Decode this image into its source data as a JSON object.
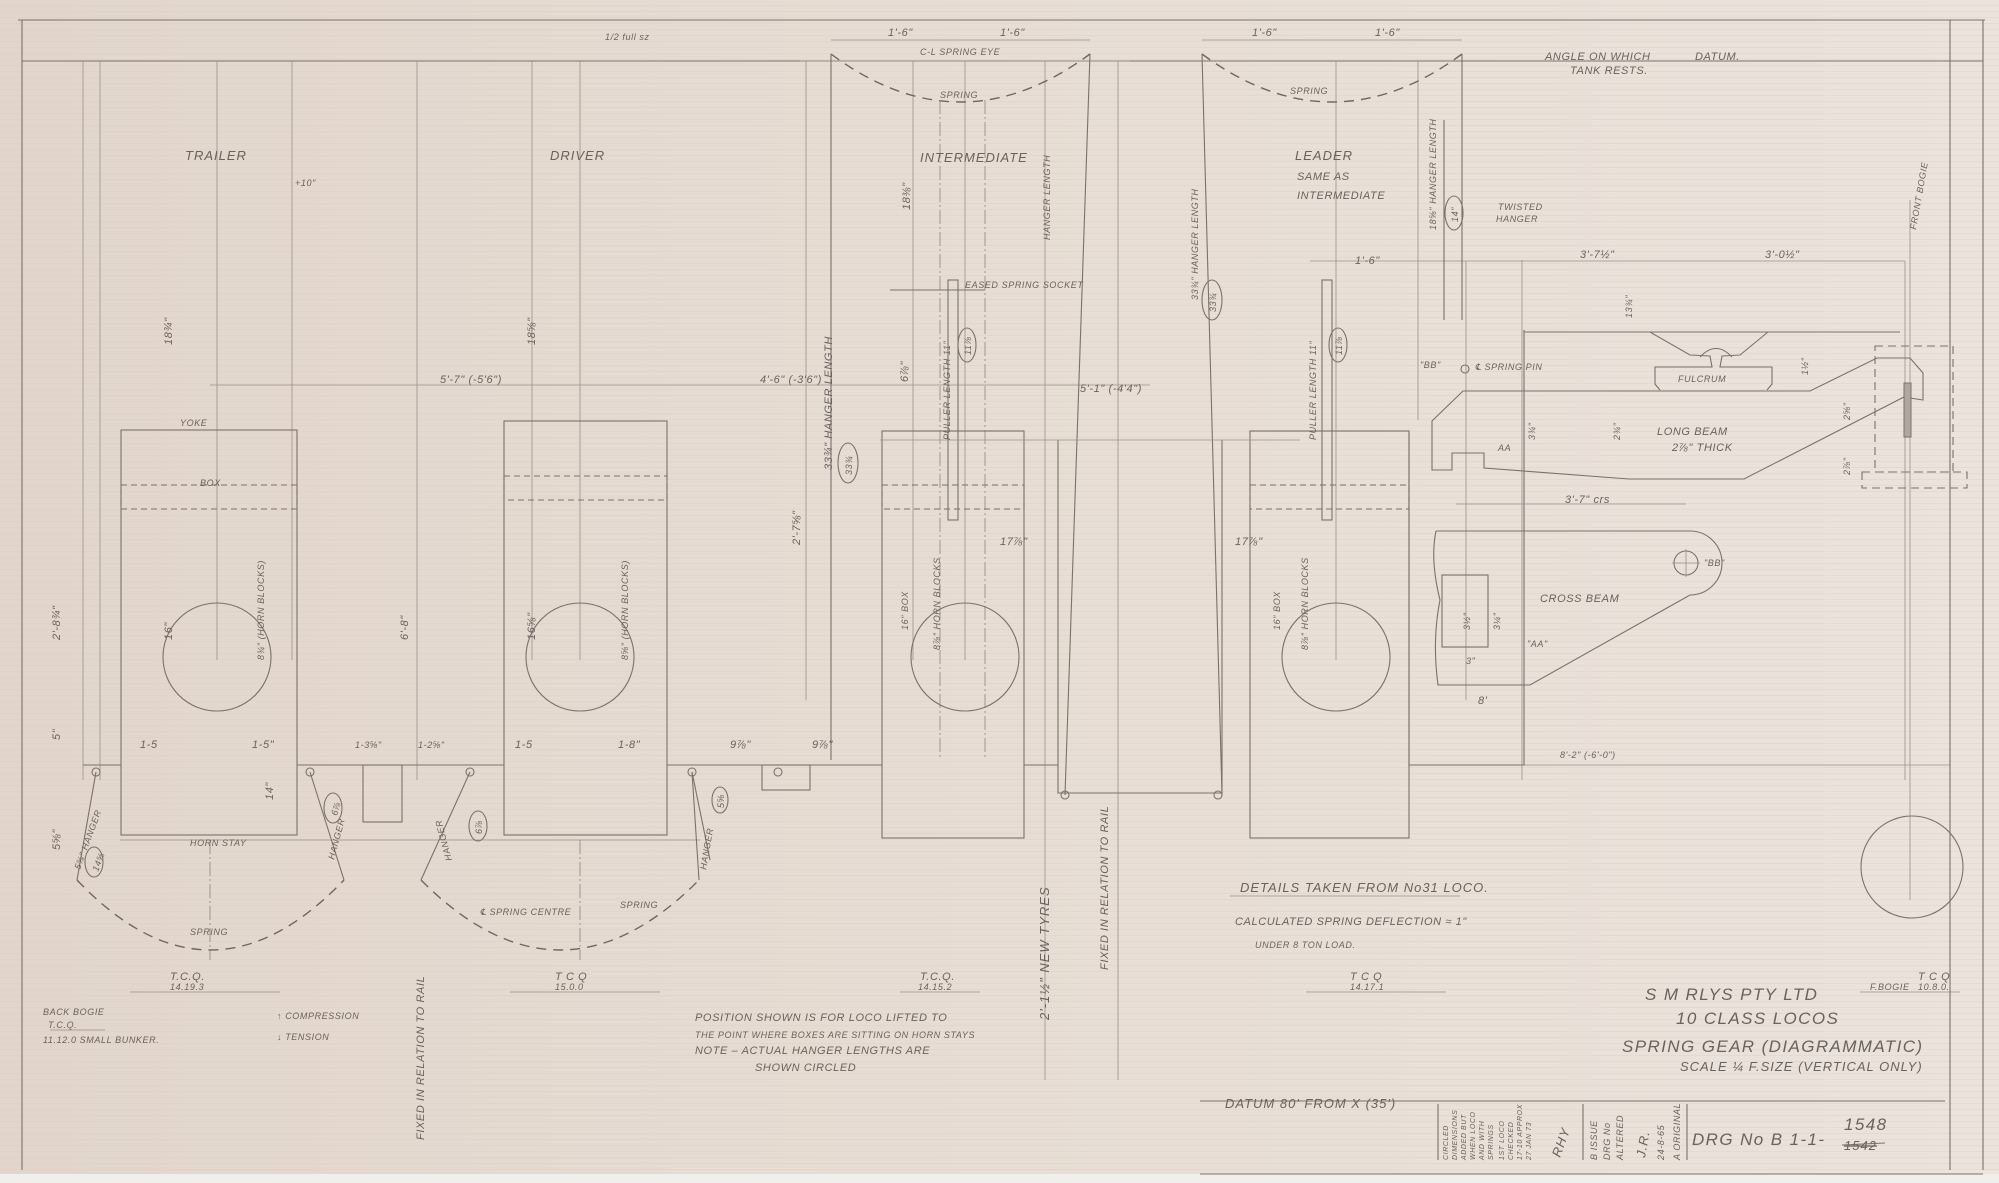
{
  "colors": {
    "paper": "#e6dbd2",
    "pencil": "#6a625c",
    "margin": "#f1efec"
  },
  "sections": {
    "trailer": "TRAILER",
    "driver": "DRIVER",
    "intermediate": "INTERMEDIATE",
    "leader": "LEADER",
    "leader_same": "SAME AS",
    "leader_inter": "INTERMEDIATE"
  },
  "top": {
    "spacing_note": "1/2 full sz",
    "dim_int_left": "1'-6\"",
    "dim_int_right": "1'-6\"",
    "spring_eye": "C-L SPRING EYE",
    "spring_int": "SPRING",
    "dim_lead_left": "1'-6\"",
    "dim_lead_right": "1'-6\"",
    "spring_lead": "SPRING",
    "angle": "ANGLE ON WHICH",
    "tank": "TANK RESTS.",
    "datum": "DATUM.",
    "twisted": "TWISTED",
    "hanger": "HANGER",
    "front_bogie": "FRONT BOGIE",
    "plus10": "+10\""
  },
  "dims": {
    "trailer_18": "18¾\"",
    "trailer_2_8": "2'-8¾\"",
    "trailer_16": "16\"",
    "trailer_horn": "8¾\" (HORN BLOCKS)",
    "trailer_5": "5\"",
    "trailer_58": "5⅝\"",
    "trailer_14": "14\"",
    "yoke": "YOKE",
    "box": "BOX",
    "horn_stay": "HORN STAY",
    "driver_18": "18⅝\"",
    "driver_16": "16⅝\"",
    "driver_horn": "8⅝\" (HORN BLOCKS)",
    "driver_6_8": "6'-8\"",
    "span1": "5'-7\" (-5'6\")",
    "span2": "4'-6\" (-3'6\")",
    "span3": "5'-1\" (-4'4\")",
    "int_2_7": "2'-7⅝\"",
    "int_hanger": "33¾\" HANGER LENGTH",
    "int_hanger_circ": "33¾",
    "int_18": "18⅜\"",
    "int_6": "6⅞\"",
    "int_puller": "PULLER LENGTH 11\"",
    "int_puller_circ": "11⅞",
    "int_box": "16\" BOX",
    "int_horn": "8⅞\" HORN BLOCKS",
    "int_hanger_len": "HANGER LENGTH",
    "new_tyres": "2'-1½\" NEW TYRES",
    "fixed_rail": "FIXED IN RELATION TO RAIL",
    "fixed_rail_left": "FIXED IN RELATION TO RAIL",
    "lead_hanger": "33¾\" HANGER LENGTH",
    "lead_hanger_circ": "33¾",
    "lead_18": "18⅝\" HANGER LENGTH",
    "lead_circ": "14\"",
    "lead_puller": "PULLER LENGTH 11\"",
    "lead_puller_circ": "11⅞",
    "lead_box": "16\" BOX",
    "lead_horn": "8⅞\" HORN BLOCKS",
    "w17a": "17⅞\"",
    "w17b": "17⅞\"",
    "d1_6": "1'-6\"",
    "h1": "1-5",
    "h2": "1-5\"",
    "h3": "1-3⅝\"",
    "h4": "1-2⅝\"",
    "h5": "1-5",
    "h6": "1-8\"",
    "h7": "9⅞\"",
    "h8": "9⅞\"",
    "hanger_t": "5⅝\" HANGER",
    "hanger_t_circ": "14⅝",
    "hanger_d1": "HANGER",
    "hanger_d1_circ": "6⅞",
    "hanger_d2": "HANGER",
    "hanger_d2_circ": "6⅞",
    "hanger_i": "HANGER",
    "hanger_i_circ": "5⅝",
    "spring_centre": "℄ SPRING CENTRE",
    "spring_low_t": "SPRING",
    "spring_low_d": "SPRING",
    "eased": "EASED SPRING SOCKET"
  },
  "detail": {
    "d_3_7": "3'-7½\"",
    "d_3_0": "3'-0½\"",
    "d_13": "13¾\"",
    "bb1": "\"BB\"",
    "spring_pin": "℄ SPRING PIN",
    "fulcrum": "FULCRUM",
    "long_beam": "LONG BEAM",
    "thick": "2⅞\" THICK",
    "aa1": "AA",
    "d_3a": "3¾\"",
    "d_2a": "2¾\"",
    "d_2b": "2⅝\"",
    "d_2c": "2⅞\"",
    "d_1a": "1½\"",
    "d_crs": "3'-7\" crs",
    "bb2": "\"BB\"",
    "cross_beam": "CROSS BEAM",
    "d_3b": "3½\"",
    "d_3c": "3¼\"",
    "aa2": "\"AA\"",
    "d_3": "3\"",
    "d_8": "8'",
    "d_8_2": "8'-2\" (-6'-0\")"
  },
  "notes": {
    "details_from": "DETAILS TAKEN FROM No31 LOCO.",
    "deflection": "CALCULATED SPRING DEFLECTION ≈ 1\"",
    "load": "UNDER 8 TON LOAD.",
    "position1": "POSITION SHOWN IS FOR LOCO LIFTED TO",
    "position2": "THE POINT WHERE BOXES ARE SITTING ON HORN STAYS",
    "note1": "NOTE – ACTUAL HANGER LENGTHS ARE",
    "note2": "SHOWN CIRCLED",
    "back_bogie": "BACK BOGIE",
    "back_tcq": "T.C.Q.",
    "back_val": "11.12.0   SMALL BUNKER.",
    "compression": "↑ COMPRESSION",
    "tension": "↓ TENSION",
    "datum": "DATUM 80' FROM X  (35')"
  },
  "weights": [
    {
      "label": "T.C.Q.",
      "value": "14.19.3"
    },
    {
      "label": "T C Q",
      "value": "15.0.0"
    },
    {
      "label": "T.C.Q.",
      "value": "14.15.2"
    },
    {
      "label": "T C Q",
      "value": "14.17.1"
    },
    {
      "label": "T C Q",
      "value": "10.8.0.",
      "prefix": "F.BOGIE"
    }
  ],
  "title_block": {
    "company": "S M RLYS PTY LTD",
    "class": "10 CLASS LOCOS",
    "title": "SPRING GEAR (DIAGRAMMATIC)",
    "scale": "SCALE  ¼ F.SIZE (VERTICAL ONLY)",
    "drg_prefix": "DRG No  B 1-1-",
    "drg_number": "1548",
    "drg_old": "1542"
  },
  "revisions": {
    "c_lines": [
      "CIRCLED",
      "DIMENSIONS",
      "ADDED BUT",
      "WHEN LOCO",
      "AND WITH",
      "SPRINGS",
      "1ST LOCO",
      "CHECKED",
      "17-10 APPROX",
      "27 JAN 73"
    ],
    "c_sign": "RHY",
    "b_lines": [
      "B ISSUE",
      "DRG No",
      "ALTERED"
    ],
    "b_sign": "J.R.",
    "b_date": "24-8-65",
    "a_line": "A ORIGINAL"
  }
}
